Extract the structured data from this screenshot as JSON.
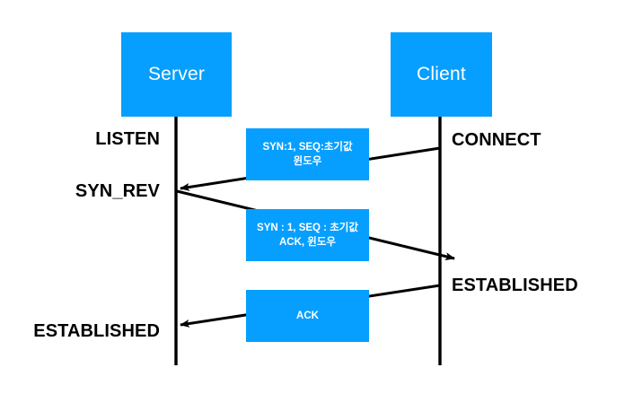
{
  "diagram": {
    "title": "TCP three-way handshake sequence diagram",
    "accent_color": "#069FFF",
    "line_color": "#000000",
    "background": "#ffffff"
  },
  "participants": [
    {
      "id": "server",
      "label": "Server"
    },
    {
      "id": "client",
      "label": "Client"
    }
  ],
  "messages": [
    {
      "id": "syn",
      "line1": "SYN:1, SEQ:초기값",
      "line2": "윈도우",
      "text": "SYN:1, SEQ:초기값\n윈도우",
      "direction": "client-to-server"
    },
    {
      "id": "syn-ack",
      "line1": "SYN : 1, SEQ : 초기값",
      "line2": "ACK, 윈도우",
      "text": "SYN : 1, SEQ : 초기값\nACK, 윈도우",
      "direction": "server-to-client"
    },
    {
      "id": "ack",
      "line1": "ACK",
      "line2": "",
      "text": "ACK",
      "direction": "client-to-server"
    }
  ],
  "states": {
    "server": [
      {
        "id": "listen",
        "label": "LISTEN"
      },
      {
        "id": "syn-rev",
        "label": "SYN_REV"
      },
      {
        "id": "established",
        "label": "ESTABLISHED"
      }
    ],
    "client": [
      {
        "id": "connect",
        "label": "CONNECT"
      },
      {
        "id": "established",
        "label": "ESTABLISHED"
      }
    ]
  }
}
